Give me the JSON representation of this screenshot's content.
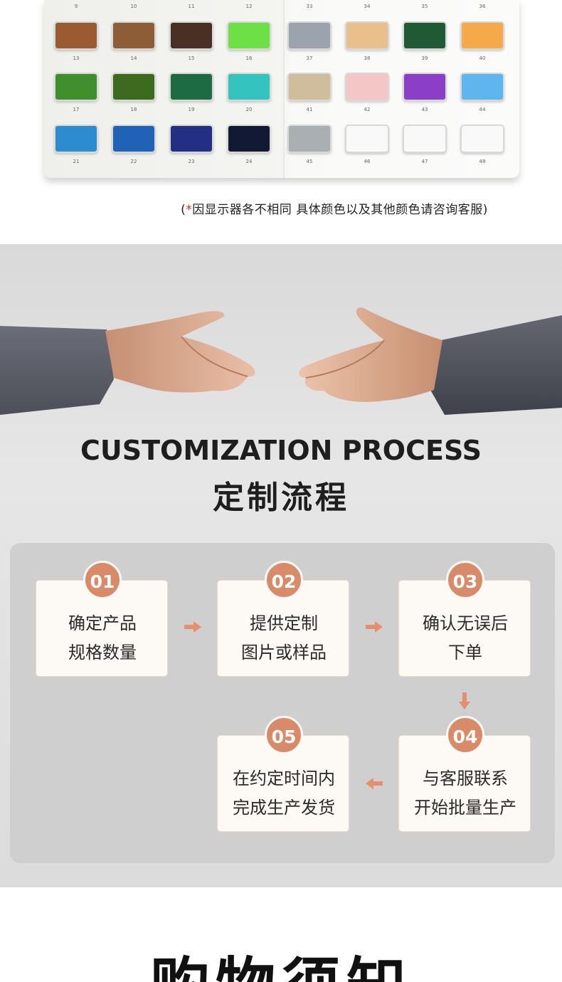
{
  "swatch_card": {
    "top_numbers": [
      "9",
      "10",
      "11",
      "12",
      "33",
      "34",
      "35",
      "36"
    ],
    "rows": [
      [
        {
          "num": "13",
          "color": "#9a5a32"
        },
        {
          "num": "14",
          "color": "#8c5d37"
        },
        {
          "num": "15",
          "color": "#4a2f25"
        },
        {
          "num": "16",
          "color": "#6de046"
        },
        {
          "num": "37",
          "color": "#9aa3ae"
        },
        {
          "num": "38",
          "color": "#e9c08c"
        },
        {
          "num": "39",
          "color": "#1f5a34"
        },
        {
          "num": "40",
          "color": "#f5a94a"
        }
      ],
      [
        {
          "num": "17",
          "color": "#3f8f2e"
        },
        {
          "num": "18",
          "color": "#3c6b20"
        },
        {
          "num": "19",
          "color": "#1d6b42"
        },
        {
          "num": "20",
          "color": "#35c3c0"
        },
        {
          "num": "41",
          "color": "#d0bd9c"
        },
        {
          "num": "42",
          "color": "#f4c6c6"
        },
        {
          "num": "43",
          "color": "#8a3fc6"
        },
        {
          "num": "44",
          "color": "#5fb6ee"
        }
      ],
      [
        {
          "num": "21",
          "color": "#2d8ccf"
        },
        {
          "num": "22",
          "color": "#1f62b8"
        },
        {
          "num": "23",
          "color": "#222f83"
        },
        {
          "num": "24",
          "color": "#121a33"
        },
        {
          "num": "45",
          "color": "#a9afb3"
        },
        {
          "num": "46",
          "color": "#f9f9f9"
        },
        {
          "num": "47",
          "color": "#f9f9f9"
        },
        {
          "num": "48",
          "color": "#f9f9f9"
        }
      ]
    ]
  },
  "note": {
    "open": "(",
    "star": "*",
    "text": "因显示器各不相同 具体颜色以及其他颜色请咨询客服)"
  },
  "process": {
    "title_en": "CUSTOMIZATION PROCESS",
    "title_cn": "定制流程",
    "accent_color": "#d98a68",
    "steps": [
      {
        "num": "01",
        "line1": "确定产品",
        "line2": "规格数量"
      },
      {
        "num": "02",
        "line1": "提供定制",
        "line2": "图片或样品"
      },
      {
        "num": "03",
        "line1": "确认无误后",
        "line2": "下单"
      },
      {
        "num": "04",
        "line1": "与客服联系",
        "line2": "开始批量生产"
      },
      {
        "num": "05",
        "line1": "在约定时间内",
        "line2": "完成生产发货"
      }
    ]
  },
  "bottom_title": "购物须知"
}
